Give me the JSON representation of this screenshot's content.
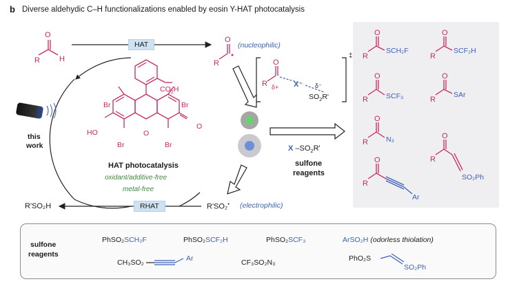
{
  "header": {
    "panel_letter": "b",
    "title": "Diverse aldehydic C–H functionalizations enabled by eosin Y-HAT photocatalysis"
  },
  "cycle": {
    "hat_label": "HAT",
    "rhat_label": "RHAT",
    "nucleophilic": "(nucleophilic)",
    "electrophilic": "(electrophilic)",
    "this_work_line1": "this",
    "this_work_line2": "work",
    "hat_photocatalysis": "HAT photocatalysis",
    "oxidant_free": "oxidant/additive-free",
    "metal_free": "metal-free",
    "product_left": "R'SO₂H",
    "radical_bottom": "R'SO₂",
    "dagger": "‡"
  },
  "center": {
    "x_so2r": "X –SO₂R'",
    "sulfone_line1": "sulfone",
    "sulfone_line2": "reagents"
  },
  "products": [
    "SCH₂F",
    "SCF₂H",
    "SCF₃",
    "SAr",
    "N₃",
    "SO₂Ph",
    "Ar"
  ],
  "bottom_box": {
    "label_line1": "sulfone",
    "label_line2": "reagents",
    "r1_prefix": "PhSO₂",
    "r1_suffix": "SCH₂F",
    "r2_prefix": "PhSO₂",
    "r2_suffix": "SCF₂H",
    "r3_prefix": "PhSO₂",
    "r3_suffix": "SCF₃",
    "r4_prefix": "ArSO₂H",
    "r4_note": "(odorless thiolation)",
    "r5_prefix": "CH₃SO₂",
    "r5_suffix": "Ar",
    "r6": "CF₃SO₂N₃",
    "r7_prefix": "PhO₂S",
    "r7_suffix": "SO₂Ph"
  },
  "colors": {
    "red": "#c8285e",
    "blue": "#3b5fb5",
    "green": "#3d8a3d",
    "panel": "#efeff2",
    "tag": "#cfe2f2"
  }
}
